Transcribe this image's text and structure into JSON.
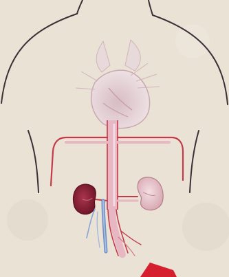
{
  "figure": {
    "palette": {
      "paper": "#e9e2d5",
      "outline": "#3a3136",
      "artery": "#c43a4a",
      "artery_light": "#e7b7c3",
      "vein": "#6f8fc6",
      "kidney_dark": "#8b1f36",
      "kidney_light": "#e9c8cf",
      "heart": "#e3cdd3",
      "corner_tab": "#d51f2e"
    },
    "icons": [
      "torso-outline",
      "heart-icon",
      "aorta",
      "renal-artery",
      "left-kidney",
      "right-kidney",
      "vena-cava",
      "corner-tab"
    ]
  }
}
